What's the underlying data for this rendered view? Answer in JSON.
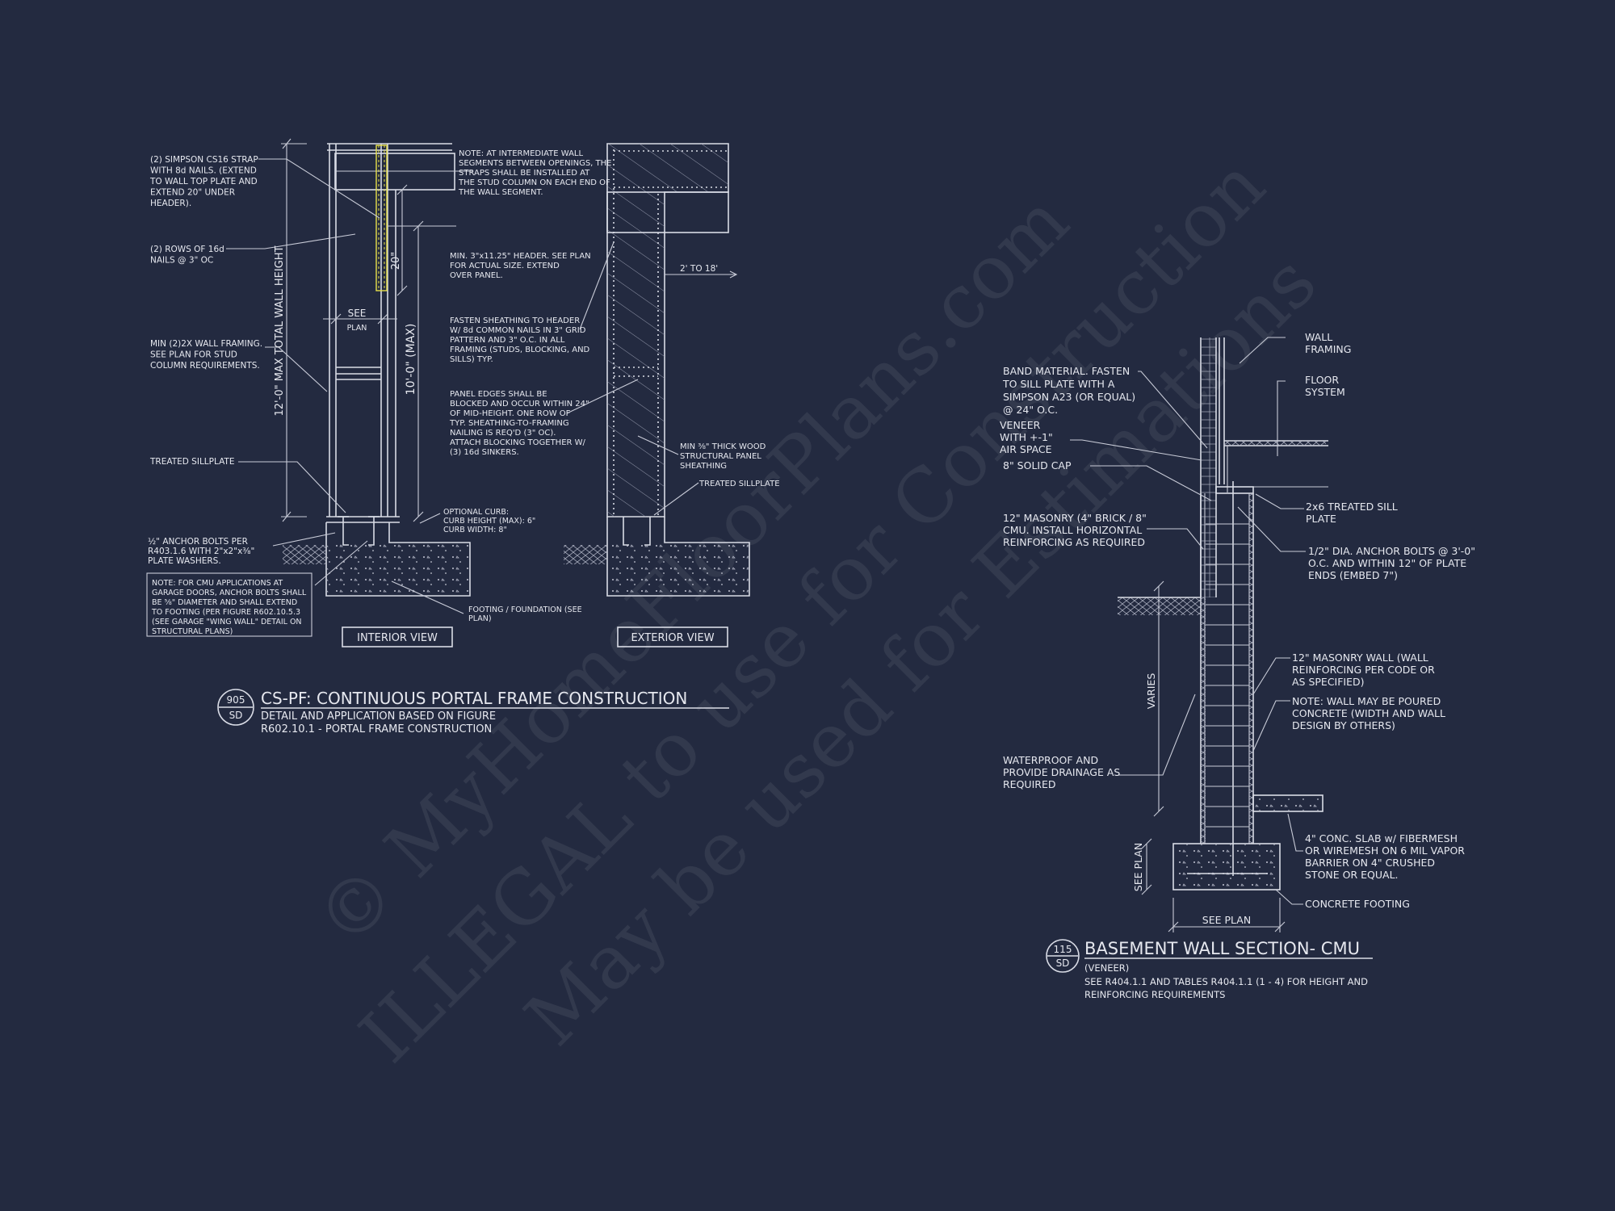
{
  "watermark": {
    "line1": "© MyHomeFloorPlans.com",
    "line2": "ILLEGAL to use for Construction",
    "line3": "May be used for Estimations"
  },
  "portal_frame": {
    "notes": {
      "strap": [
        "(2) SIMPSON CS16 STRAP",
        "WITH 8d NAILS. (EXTEND",
        "TO WALL TOP PLATE AND",
        "EXTEND 20\" UNDER",
        "HEADER)."
      ],
      "nails": [
        "(2) ROWS OF 16d",
        "NAILS @ 3\" OC"
      ],
      "framing": [
        "MIN (2)2X WALL FRAMING.",
        "SEE PLAN FOR STUD",
        "COLUMN REQUIREMENTS."
      ],
      "sillplate": "TREATED SILLPLATE",
      "anchor": [
        "½\" ANCHOR BOLTS PER",
        "R403.1.6 WITH 2\"x2\"x⅜\"",
        "PLATE WASHERS."
      ],
      "cmu_box": [
        "NOTE: FOR CMU APPLICATIONS AT",
        "GARAGE DOORS, ANCHOR BOLTS SHALL",
        "BE ⅝\" DIAMETER AND SHALL EXTEND",
        "TO FOOTING (PER FIGURE R602.10.5.3",
        "(SEE GARAGE \"WING WALL\" DETAIL ON",
        "STRUCTURAL PLANS)"
      ],
      "intermediate": [
        "NOTE: AT INTERMEDIATE WALL",
        "SEGMENTS BETWEEN OPENINGS, THE",
        "STRAPS SHALL BE INSTALLED AT",
        "THE STUD COLUMN ON EACH END OF",
        "THE WALL SEGMENT."
      ],
      "header": [
        "MIN. 3\"x11.25\" HEADER. SEE PLAN",
        "FOR ACTUAL SIZE. EXTEND",
        "OVER PANEL."
      ],
      "fasten": [
        "FASTEN SHEATHING TO HEADER",
        "W/ 8d COMMON NAILS IN 3\" GRID",
        "PATTERN AND 3\" O.C. IN ALL",
        "FRAMING (STUDS, BLOCKING, AND",
        "SILLS) TYP."
      ],
      "panel_edges": [
        "PANEL EDGES SHALL BE",
        "BLOCKED AND OCCUR WITHIN 24\"",
        "OF MID-HEIGHT. ONE ROW OF",
        "TYP. SHEATHING-TO-FRAMING",
        "NAILING IS REQ'D (3\" OC).",
        "ATTACH BLOCKING TOGETHER W/",
        "(3) 16d SINKERS."
      ],
      "sheathing": [
        "MIN ⅜\" THICK WOOD",
        "STRUCTURAL PANEL",
        "SHEATHING"
      ],
      "sillplate2": "TREATED SILLPLATE",
      "curb": [
        "OPTIONAL CURB:",
        "CURB HEIGHT (MAX): 6\"",
        "CURB WIDTH: 8\""
      ],
      "footing": [
        "FOOTING / FOUNDATION (SEE",
        "PLAN)"
      ]
    },
    "dims": {
      "total_height": "12'-0\" MAX TOTAL WALL HEIGHT",
      "max_height": "10'-0\" (MAX)",
      "twenty": "20\"",
      "see": "SEE",
      "plan": "PLAN",
      "two_to_18": "2' TO 18'"
    },
    "labels": {
      "interior": "INTERIOR VIEW",
      "exterior": "EXTERIOR VIEW"
    },
    "title": {
      "num": "905",
      "sheet": "SD",
      "main": "CS-PF: CONTINUOUS PORTAL FRAME CONSTRUCTION",
      "sub1": "DETAIL AND APPLICATION BASED ON FIGURE",
      "sub2": "R602.10.1 - PORTAL FRAME CONSTRUCTION"
    }
  },
  "basement": {
    "notes": {
      "band": [
        "BAND MATERIAL. FASTEN",
        "TO SILL PLATE WITH A",
        "SIMPSON A23 (OR EQUAL)",
        "@ 24\" O.C."
      ],
      "veneer": [
        "VENEER",
        "WITH +-1\"",
        "AIR SPACE"
      ],
      "cap": "8\" SOLID CAP",
      "masonry12": [
        "12\" MASONRY (4\" BRICK / 8\"",
        "CMU. INSTALL HORIZONTAL",
        "REINFORCING AS REQUIRED"
      ],
      "waterproof": [
        "WATERPROOF AND",
        "PROVIDE DRAINAGE AS",
        "REQUIRED"
      ],
      "wall_framing": [
        "WALL",
        "FRAMING"
      ],
      "floor": [
        "FLOOR",
        "SYSTEM"
      ],
      "sill": [
        "2x6 TREATED SILL",
        "PLATE"
      ],
      "bolts": [
        "1/2\" DIA. ANCHOR BOLTS @ 3'-0\"",
        "O.C. AND WITHIN 12\" OF PLATE",
        "ENDS (EMBED 7\")"
      ],
      "mas_wall": [
        "12\" MASONRY WALL (WALL",
        "REINFORCING PER CODE OR",
        "AS SPECIFIED)"
      ],
      "poured": [
        "NOTE: WALL MAY BE POURED",
        "CONCRETE (WIDTH AND WALL",
        "DESIGN BY OTHERS)"
      ],
      "slab": [
        "4\" CONC. SLAB w/ FIBERMESH",
        "OR WIREMESH ON 6 MIL VAPOR",
        "BARRIER ON 4\" CRUSHED",
        "STONE OR EQUAL."
      ],
      "footing": "CONCRETE FOOTING"
    },
    "dims": {
      "varies": "VARIES",
      "see_plan_v": "SEE PLAN",
      "see_plan_h": "SEE PLAN"
    },
    "title": {
      "num": "115",
      "sheet": "SD",
      "main": "BASEMENT WALL SECTION- CMU",
      "sub0": "(VENEER)",
      "sub1": "SEE R404.1.1 AND TABLES R404.1.1 (1 - 4) FOR HEIGHT AND",
      "sub2": "REINFORCING REQUIREMENTS"
    }
  },
  "colors": {
    "background": "#232a40",
    "linework": "#d9dce6",
    "strap": "#e8e04a"
  }
}
